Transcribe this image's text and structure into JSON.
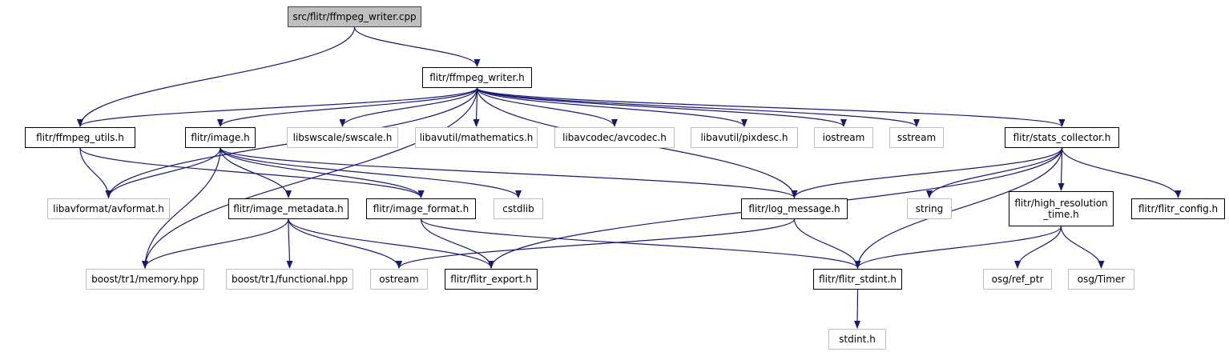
{
  "colors": {
    "edge": "#191970",
    "internal_border": "#000000",
    "external_border": "#bfbfbf",
    "root_fill": "#bfbfbf"
  },
  "nodes": {
    "root": "src/flitr/ffmpeg_writer.cpp",
    "ffmpeg_writer_h": "flitr/ffmpeg_writer.h",
    "ffmpeg_utils_h": "flitr/ffmpeg_utils.h",
    "image_h": "flitr/image.h",
    "swscale_h": "libswscale/swscale.h",
    "mathematics_h": "libavutil/mathematics.h",
    "avcodec_h": "libavcodec/avcodec.h",
    "pixdesc_h": "libavutil/pixdesc.h",
    "iostream": "iostream",
    "sstream": "sstream",
    "stats_collector_h": "flitr/stats_collector.h",
    "avformat_h": "libavformat/avformat.h",
    "image_metadata_h": "flitr/image_metadata.h",
    "image_format_h": "flitr/image_format.h",
    "cstdlib": "cstdlib",
    "log_message_h": "flitr/log_message.h",
    "string": "string",
    "high_resolution_time_h": "flitr/high_resolution\n_time.h",
    "flitr_config_h": "flitr/flitr_config.h",
    "memory_hpp": "boost/tr1/memory.hpp",
    "functional_hpp": "boost/tr1/functional.hpp",
    "ostream": "ostream",
    "flitr_export_h": "flitr/flitr_export.h",
    "flitr_stdint_h": "flitr/flitr_stdint.h",
    "ref_ptr": "osg/ref_ptr",
    "timer": "osg/Timer",
    "stdint_h": "stdint.h"
  },
  "edges": [
    [
      "root",
      "ffmpeg_writer_h"
    ],
    [
      "root",
      "ffmpeg_utils_h"
    ],
    [
      "ffmpeg_writer_h",
      "ffmpeg_utils_h"
    ],
    [
      "ffmpeg_writer_h",
      "image_h"
    ],
    [
      "ffmpeg_writer_h",
      "swscale_h"
    ],
    [
      "ffmpeg_writer_h",
      "mathematics_h"
    ],
    [
      "ffmpeg_writer_h",
      "avcodec_h"
    ],
    [
      "ffmpeg_writer_h",
      "pixdesc_h"
    ],
    [
      "ffmpeg_writer_h",
      "iostream"
    ],
    [
      "ffmpeg_writer_h",
      "sstream"
    ],
    [
      "ffmpeg_writer_h",
      "stats_collector_h"
    ],
    [
      "ffmpeg_writer_h",
      "avformat_h"
    ],
    [
      "ffmpeg_writer_h",
      "memory_hpp"
    ],
    [
      "ffmpeg_writer_h",
      "log_message_h"
    ],
    [
      "ffmpeg_utils_h",
      "avformat_h"
    ],
    [
      "ffmpeg_utils_h",
      "image_format_h"
    ],
    [
      "image_h",
      "avformat_h"
    ],
    [
      "image_h",
      "memory_hpp"
    ],
    [
      "image_h",
      "image_metadata_h"
    ],
    [
      "image_h",
      "image_format_h"
    ],
    [
      "image_h",
      "cstdlib"
    ],
    [
      "image_h",
      "log_message_h"
    ],
    [
      "image_metadata_h",
      "memory_hpp"
    ],
    [
      "image_metadata_h",
      "functional_hpp"
    ],
    [
      "image_metadata_h",
      "ostream"
    ],
    [
      "image_metadata_h",
      "flitr_export_h"
    ],
    [
      "image_format_h",
      "flitr_export_h"
    ],
    [
      "image_format_h",
      "flitr_stdint_h"
    ],
    [
      "log_message_h",
      "ostream"
    ],
    [
      "log_message_h",
      "flitr_stdint_h"
    ],
    [
      "stats_collector_h",
      "log_message_h"
    ],
    [
      "stats_collector_h",
      "string"
    ],
    [
      "stats_collector_h",
      "high_resolution_time_h"
    ],
    [
      "stats_collector_h",
      "flitr_config_h"
    ],
    [
      "stats_collector_h",
      "flitr_export_h"
    ],
    [
      "stats_collector_h",
      "flitr_stdint_h"
    ],
    [
      "high_resolution_time_h",
      "flitr_stdint_h"
    ],
    [
      "high_resolution_time_h",
      "ref_ptr"
    ],
    [
      "high_resolution_time_h",
      "timer"
    ],
    [
      "flitr_stdint_h",
      "stdint_h"
    ]
  ]
}
